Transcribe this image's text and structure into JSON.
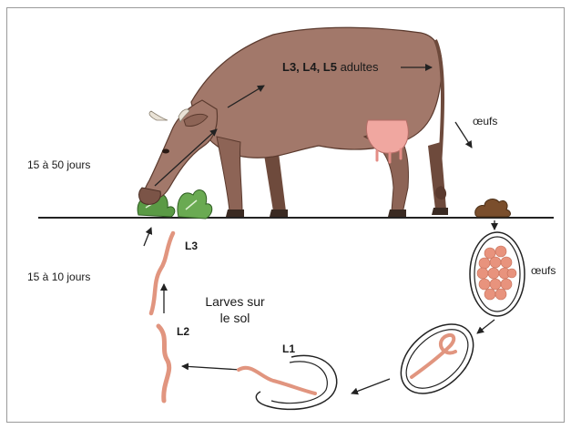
{
  "labels": {
    "adults_bold": "L3, L4, L5",
    "adults_rest": " adultes",
    "eggs_top": "œufs",
    "days_top": "15 à 50 jours",
    "days_bottom": "15 à 10 jours",
    "eggs_side": "œufs",
    "l3": "L3",
    "l2": "L2",
    "l1": "L1",
    "larves_line1": "Larves sur",
    "larves_line2": "le sol"
  },
  "colors": {
    "cow_body": "#a2786a",
    "cow_dark": "#6e4a3c",
    "udder": "#f0a7a0",
    "larva": "#e1957f",
    "egg_cell": "#e8937d",
    "grass": "#5a9a45",
    "dung": "#7a4e2c",
    "ground": "#222222"
  }
}
